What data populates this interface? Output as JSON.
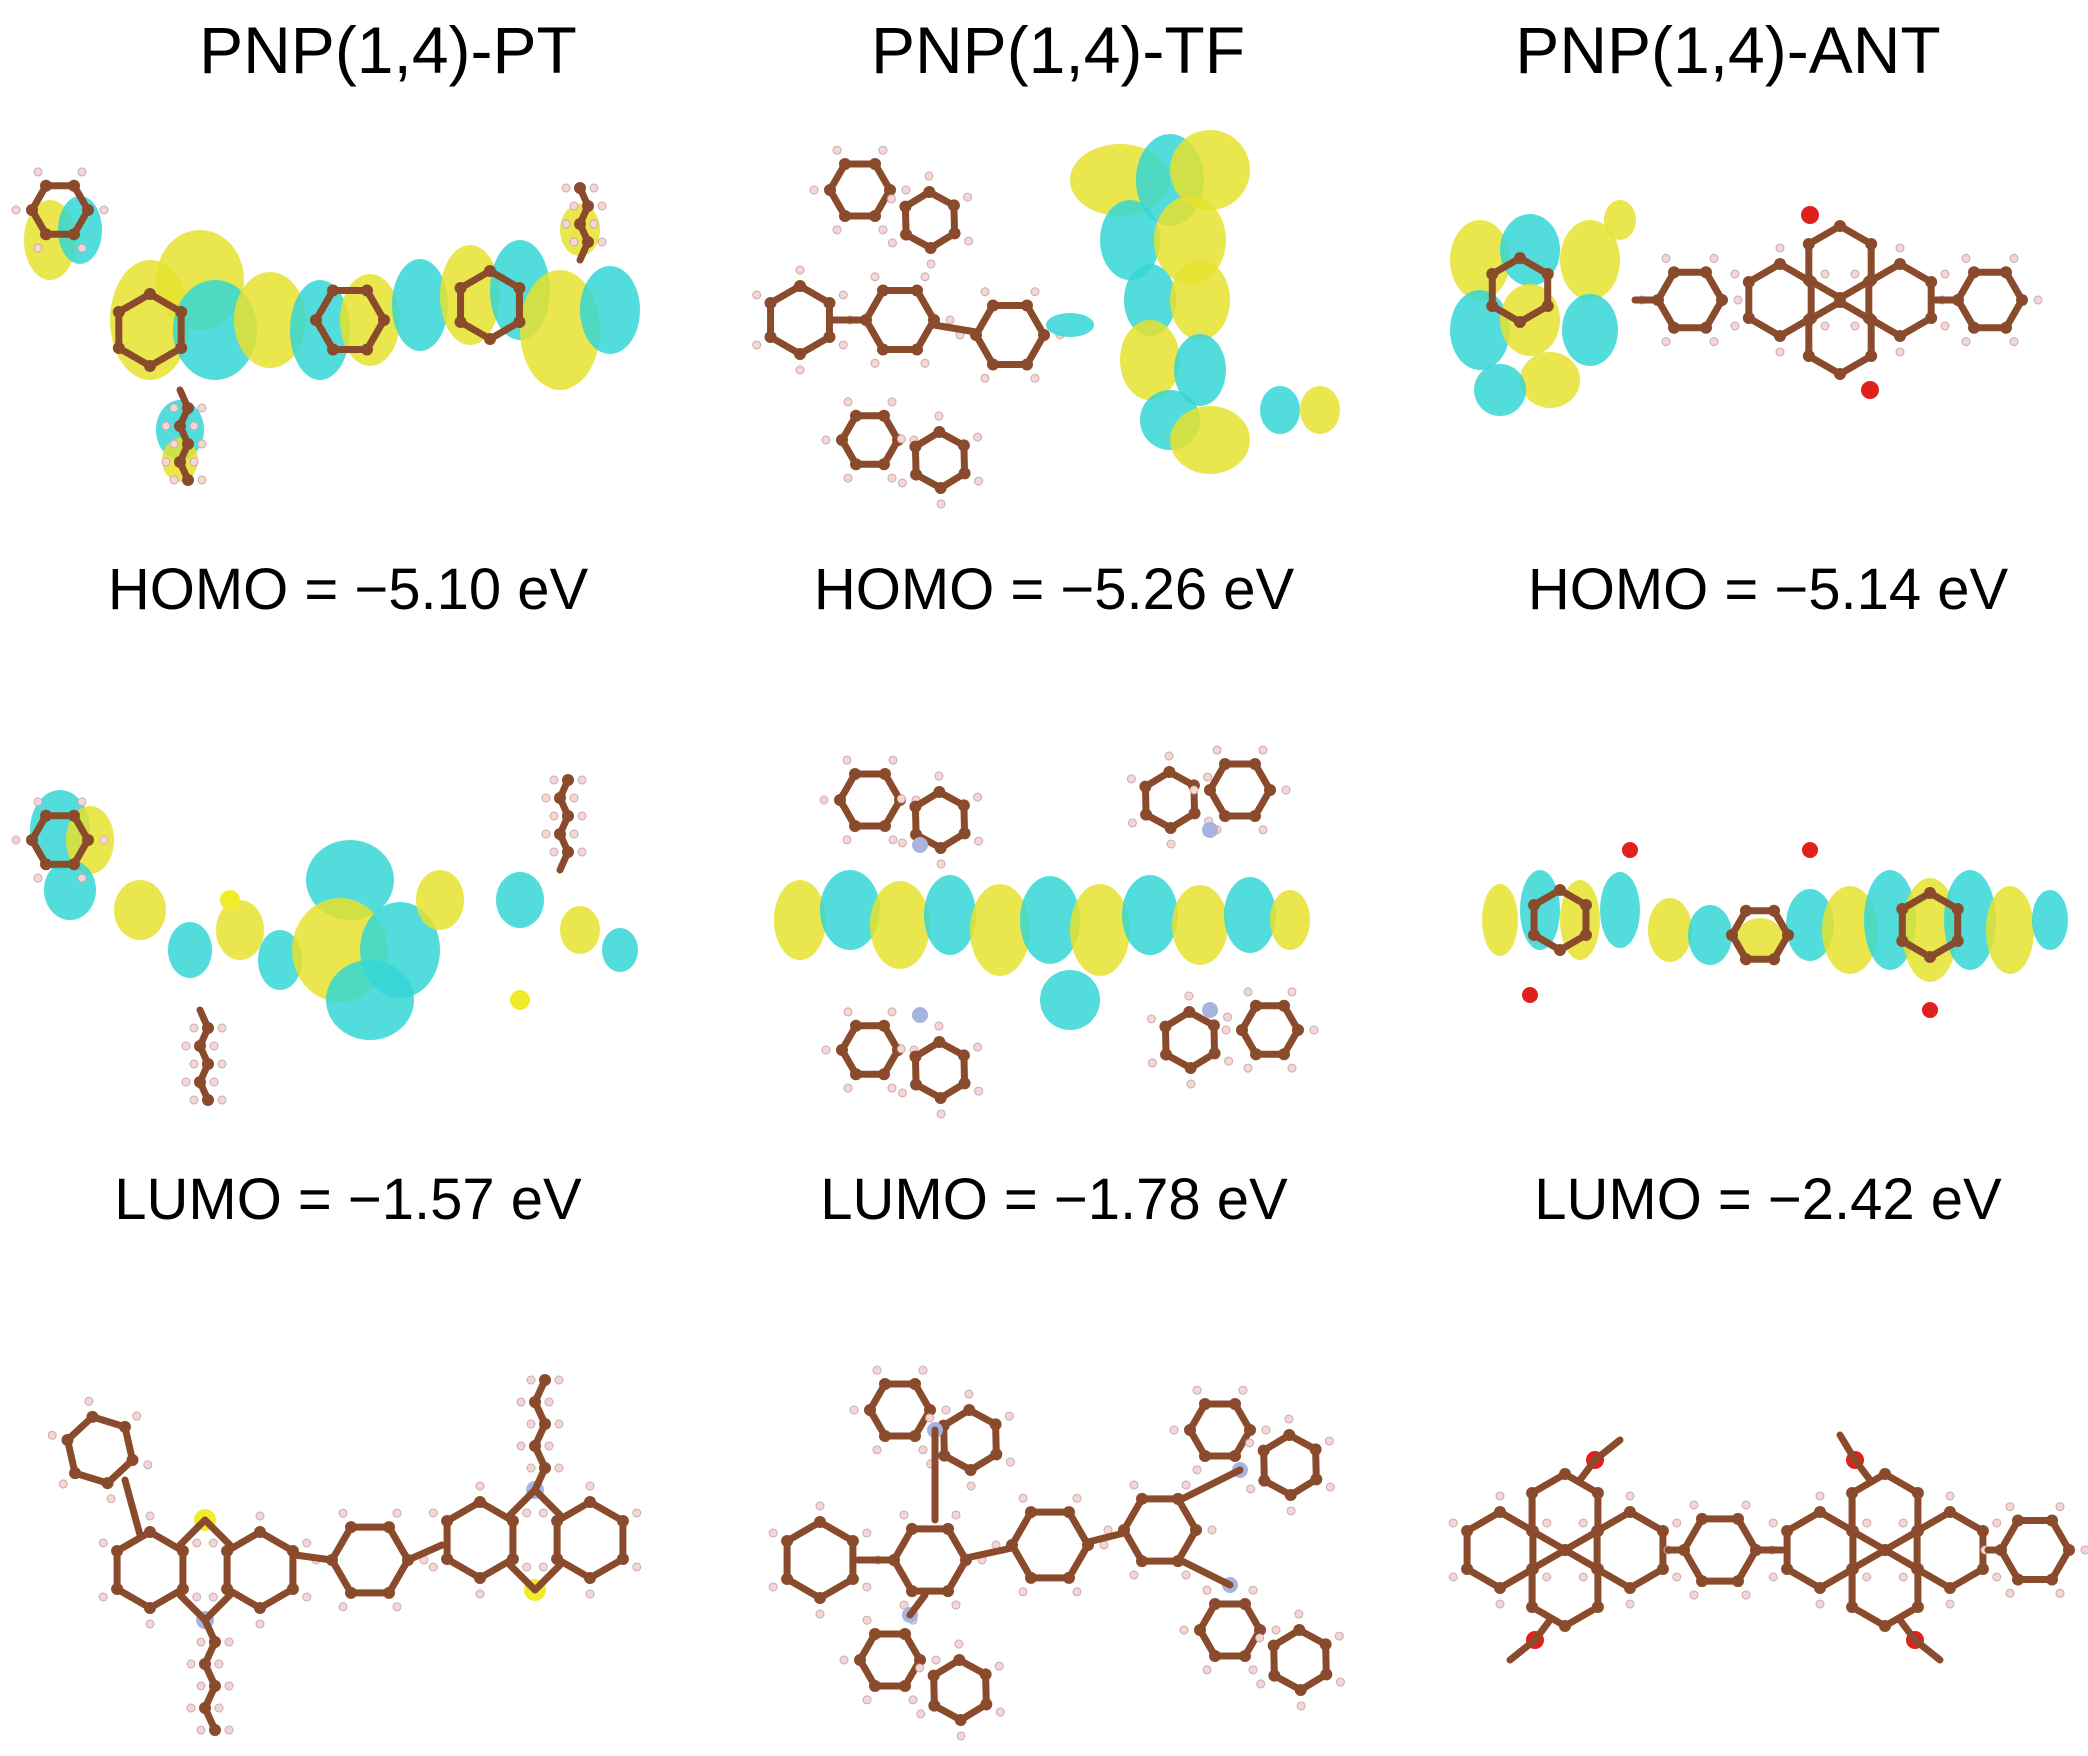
{
  "columns": [
    {
      "title": "PNP(1,4)-PT",
      "homo": "HOMO = −5.10 eV",
      "lumo": "LUMO = −1.57 eV"
    },
    {
      "title": "PNP(1,4)-TF",
      "homo": "HOMO = −5.26 eV",
      "lumo": "LUMO = −1.78 eV"
    },
    {
      "title": "PNP(1,4)-ANT",
      "homo": "HOMO = −5.14 eV",
      "lumo": "LUMO = −2.42 eV"
    }
  ],
  "colors": {
    "bond": "#8a4b2c",
    "hydrogen": "#f4d6d6",
    "nitrogen": "#a8b4e0",
    "sulfur": "#f0ec2c",
    "oxygen": "#e0201c",
    "orbital_positive": "#e6e22e",
    "orbital_negative": "#35d6d6"
  }
}
